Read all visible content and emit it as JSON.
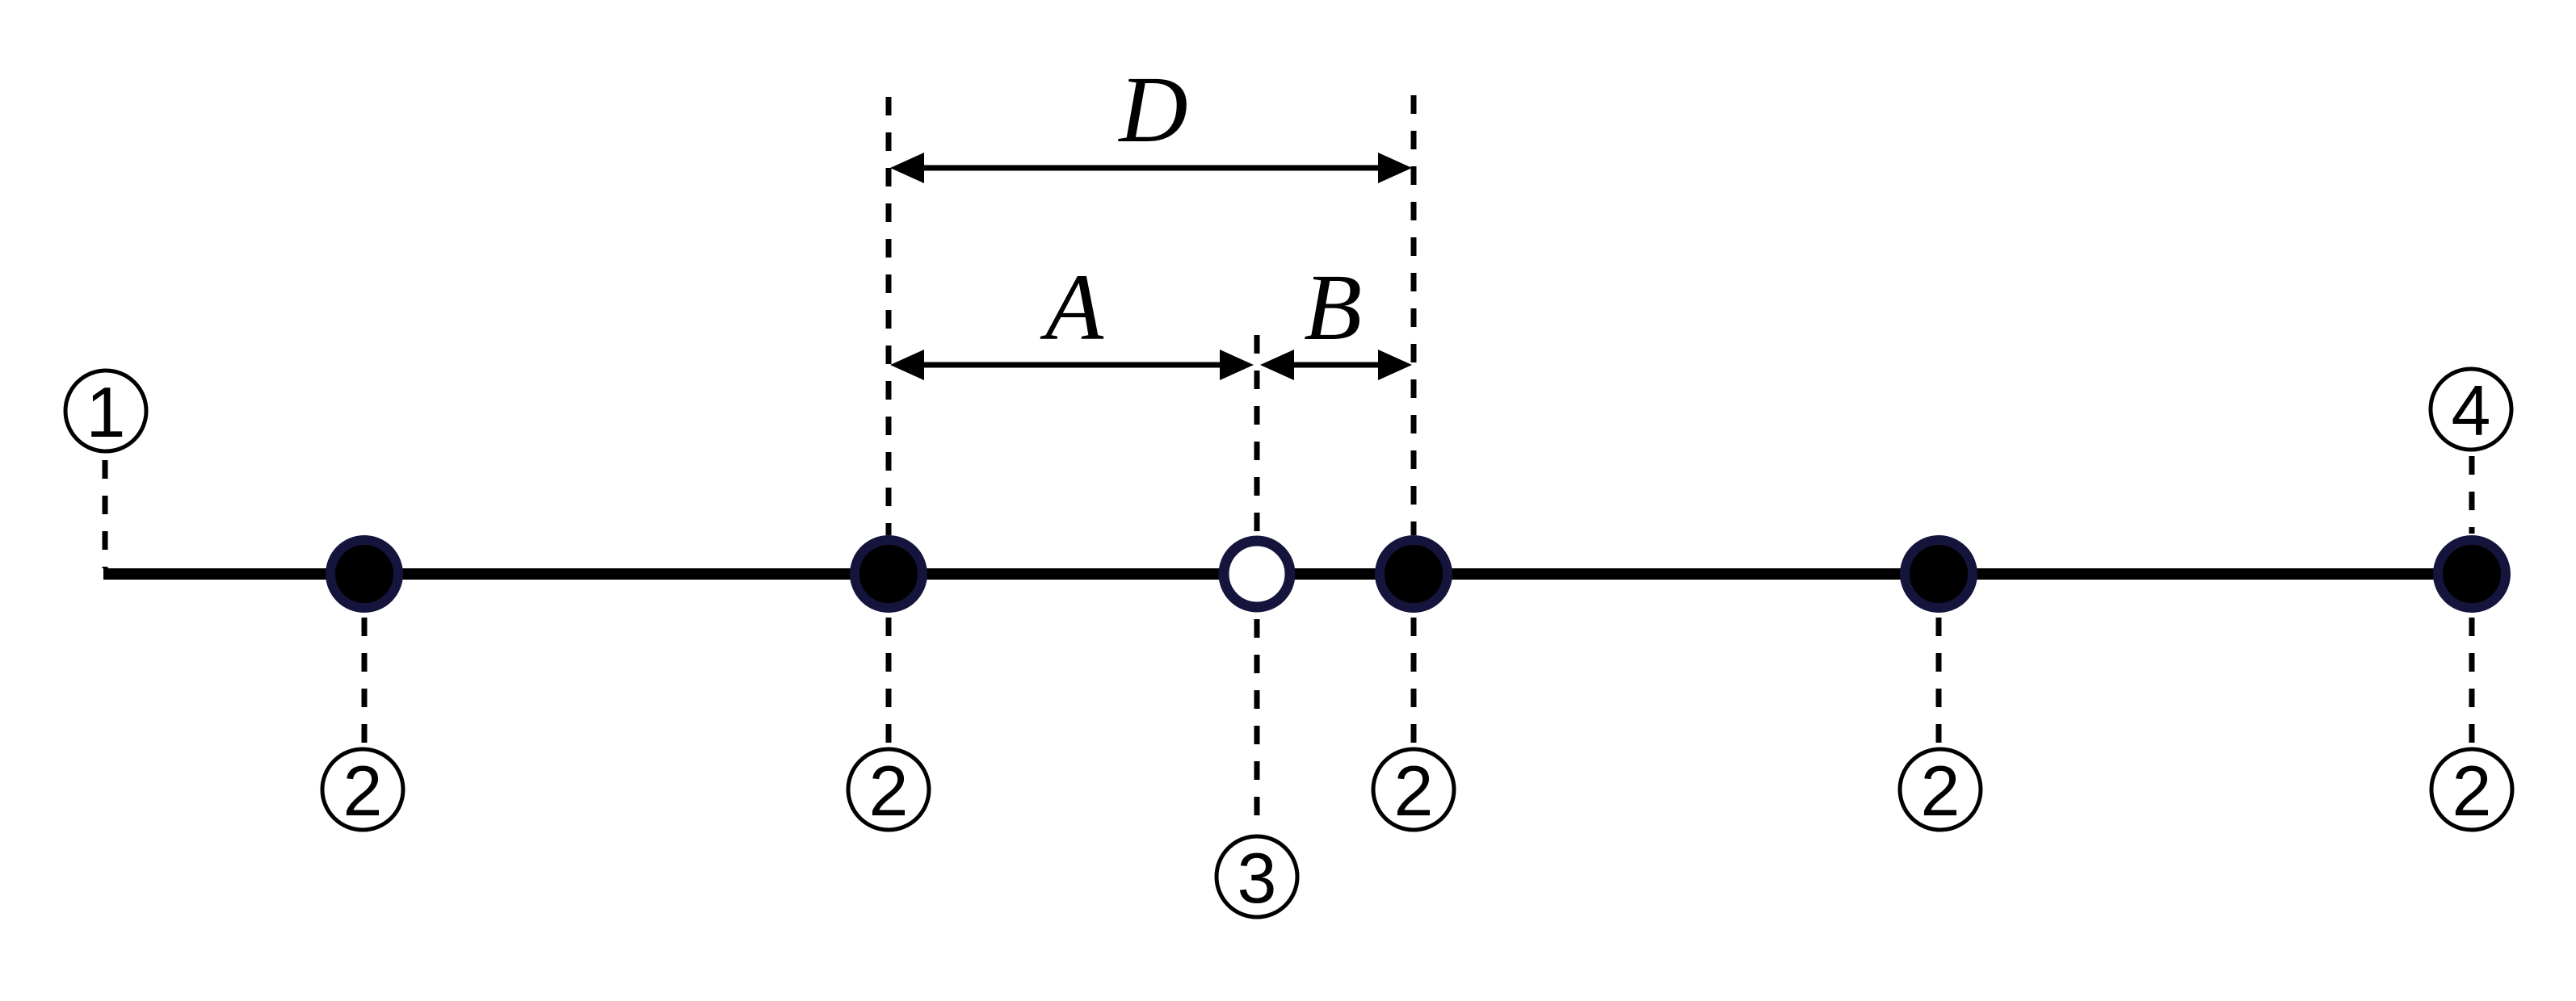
{
  "figure": {
    "colors": {
      "background": "#ffffff",
      "ink": "#000000",
      "node_outline": "#14143c"
    },
    "dimension_labels": {
      "total_span": "D",
      "left_segment": "A",
      "right_segment": "B"
    },
    "callouts": {
      "line_start": "1",
      "filled_node": "2",
      "open_node": "3",
      "line_end": "4"
    }
  }
}
